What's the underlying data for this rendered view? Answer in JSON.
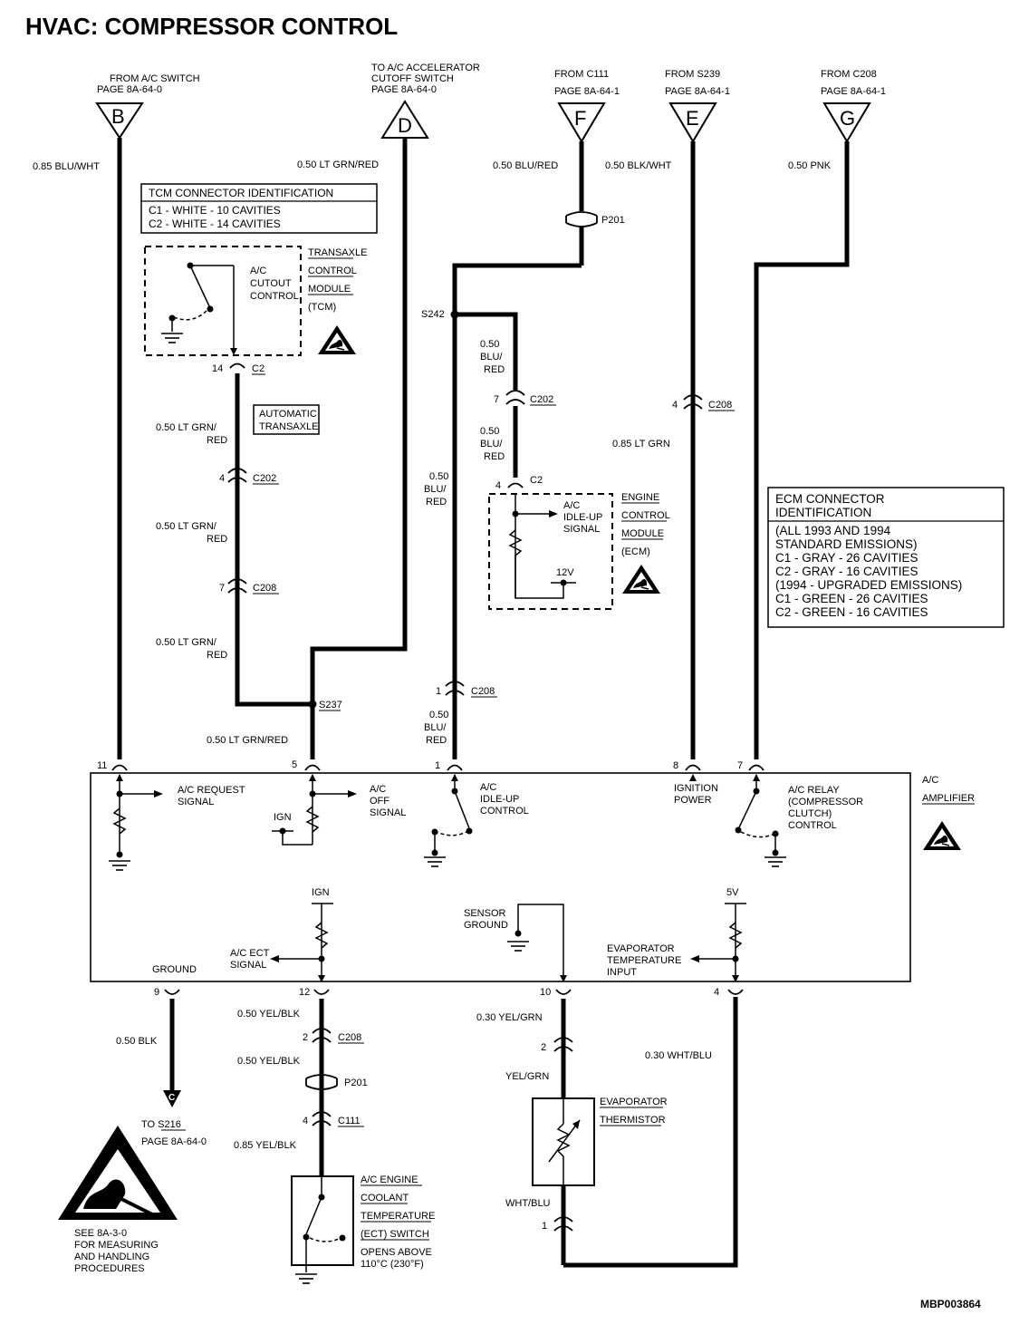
{
  "title": "HVAC:  COMPRESSOR CONTROL",
  "diagram_code": "MBP003864",
  "colors": {
    "ink": "#000000",
    "paper": "#ffffff"
  },
  "terminals": {
    "B": {
      "letter": "B",
      "l1": "FROM A/C SWITCH",
      "l2": "PAGE 8A-64-0",
      "wire": "0.85 BLU/WHT"
    },
    "D": {
      "letter": "D",
      "l1": "TO A/C ACCELERATOR",
      "l2": "CUTOFF SWITCH",
      "l3": "PAGE 8A-64-0",
      "wire": "0.50 LT GRN/RED"
    },
    "F": {
      "letter": "F",
      "l1": "FROM C111",
      "l2": "PAGE 8A-64-1",
      "wire": "0.50 BLU/RED"
    },
    "E": {
      "letter": "E",
      "l1": "FROM S239",
      "l2": "PAGE 8A-64-1",
      "wire": "0.50 BLK/WHT"
    },
    "G": {
      "letter": "G",
      "l1": "FROM C208",
      "l2": "PAGE 8A-64-1",
      "wire": "0.50 PNK"
    },
    "C": {
      "letter": "C",
      "l1": "TO S216",
      "l2": "PAGE 8A-64-0"
    }
  },
  "tcm_id": {
    "title": "TCM CONNECTOR IDENTIFICATION",
    "c1": "C1 - WHITE - 10 CAVITIES",
    "c2": "C2 - WHITE - 14 CAVITIES"
  },
  "tcm": {
    "l1": "TRANSAXLE",
    "l2": "CONTROL",
    "l3": "MODULE",
    "l4": "(TCM)",
    "func1": "A/C",
    "func2": "CUTOUT",
    "func3": "CONTROL"
  },
  "auto_transaxle": {
    "l1": "AUTOMATIC",
    "l2": "TRANSAXLE"
  },
  "ecm": {
    "l1": "ENGINE",
    "l2": "CONTROL",
    "l3": "MODULE",
    "l4": "(ECM)",
    "func1": "A/C",
    "func2": "IDLE-UP",
    "func3": "SIGNAL",
    "v12": "12V"
  },
  "ecm_id": {
    "title1": "ECM CONNECTOR",
    "title2": "IDENTIFICATION",
    "lines": [
      "(ALL 1993 AND 1994",
      "STANDARD EMISSIONS)",
      "C1 - GRAY - 26 CAVITIES",
      "C2 - GRAY - 16 CAVITIES",
      "(1994 - UPGRADED EMISSIONS)",
      "C1 - GREEN - 26 CAVITIES",
      "C2 - GREEN - 16 CAVITIES"
    ]
  },
  "wires": {
    "ltgrnred": "0.50 LT GRN/",
    "red": "RED",
    "ltgrnred_full": "0.50 LT GRN/RED",
    "p050": "0.50",
    "blu": "BLU/",
    "ltgrn085": "0.85 LT GRN",
    "blk050": "0.50 BLK",
    "yelblk050": "0.50 YEL/BLK",
    "yelblk085": "0.85 YEL/BLK",
    "yelgrn030": "0.30 YEL/GRN",
    "yelgrn": "YEL/GRN",
    "whtblu030": "0.30 WHT/BLU",
    "whtblu": "WHT/BLU"
  },
  "connectors": {
    "c2": "C2",
    "c202": "C202",
    "c208": "C208",
    "c111": "C111",
    "p201": "P201",
    "s237": "S237",
    "s242": "S242"
  },
  "pins": {
    "p14": "14",
    "p4": "4",
    "p7": "7",
    "p1": "1",
    "p11": "11",
    "p5": "5",
    "p8": "8",
    "p9": "9",
    "p12": "12",
    "p10": "10",
    "p2": "2"
  },
  "amplifier": {
    "name1": "A/C",
    "name2": "AMPLIFIER",
    "request1": "A/C REQUEST",
    "request2": "SIGNAL",
    "off1": "A/C",
    "off2": "OFF",
    "off3": "SIGNAL",
    "ign": "IGN",
    "idle1": "A/C",
    "idle2": "IDLE-UP",
    "idle3": "CONTROL",
    "ignpow1": "IGNITION",
    "ignpow2": "POWER",
    "relay1": "A/C RELAY",
    "relay2": "(COMPRESSOR",
    "relay3": "CLUTCH)",
    "relay4": "CONTROL",
    "ground": "GROUND",
    "ect1": "A/C ECT",
    "ect2": "SIGNAL",
    "sensor1": "SENSOR",
    "sensor2": "GROUND",
    "evap1": "EVAPORATOR",
    "evap2": "TEMPERATURE",
    "evap3": "INPUT",
    "v5": "5V"
  },
  "thermistor": {
    "l1": "EVAPORATOR",
    "l2": "THERMISTOR"
  },
  "ect_switch": {
    "l1": "A/C ENGINE",
    "l2": "COOLANT",
    "l3": "TEMPERATURE",
    "l4": "(ECT) SWITCH",
    "l5": "OPENS ABOVE",
    "l6": "110°C (230°F)"
  },
  "esd_note": {
    "l1": "SEE 8A-3-0",
    "l2": "FOR MEASURING",
    "l3": "AND HANDLING",
    "l4": "PROCEDURES"
  }
}
